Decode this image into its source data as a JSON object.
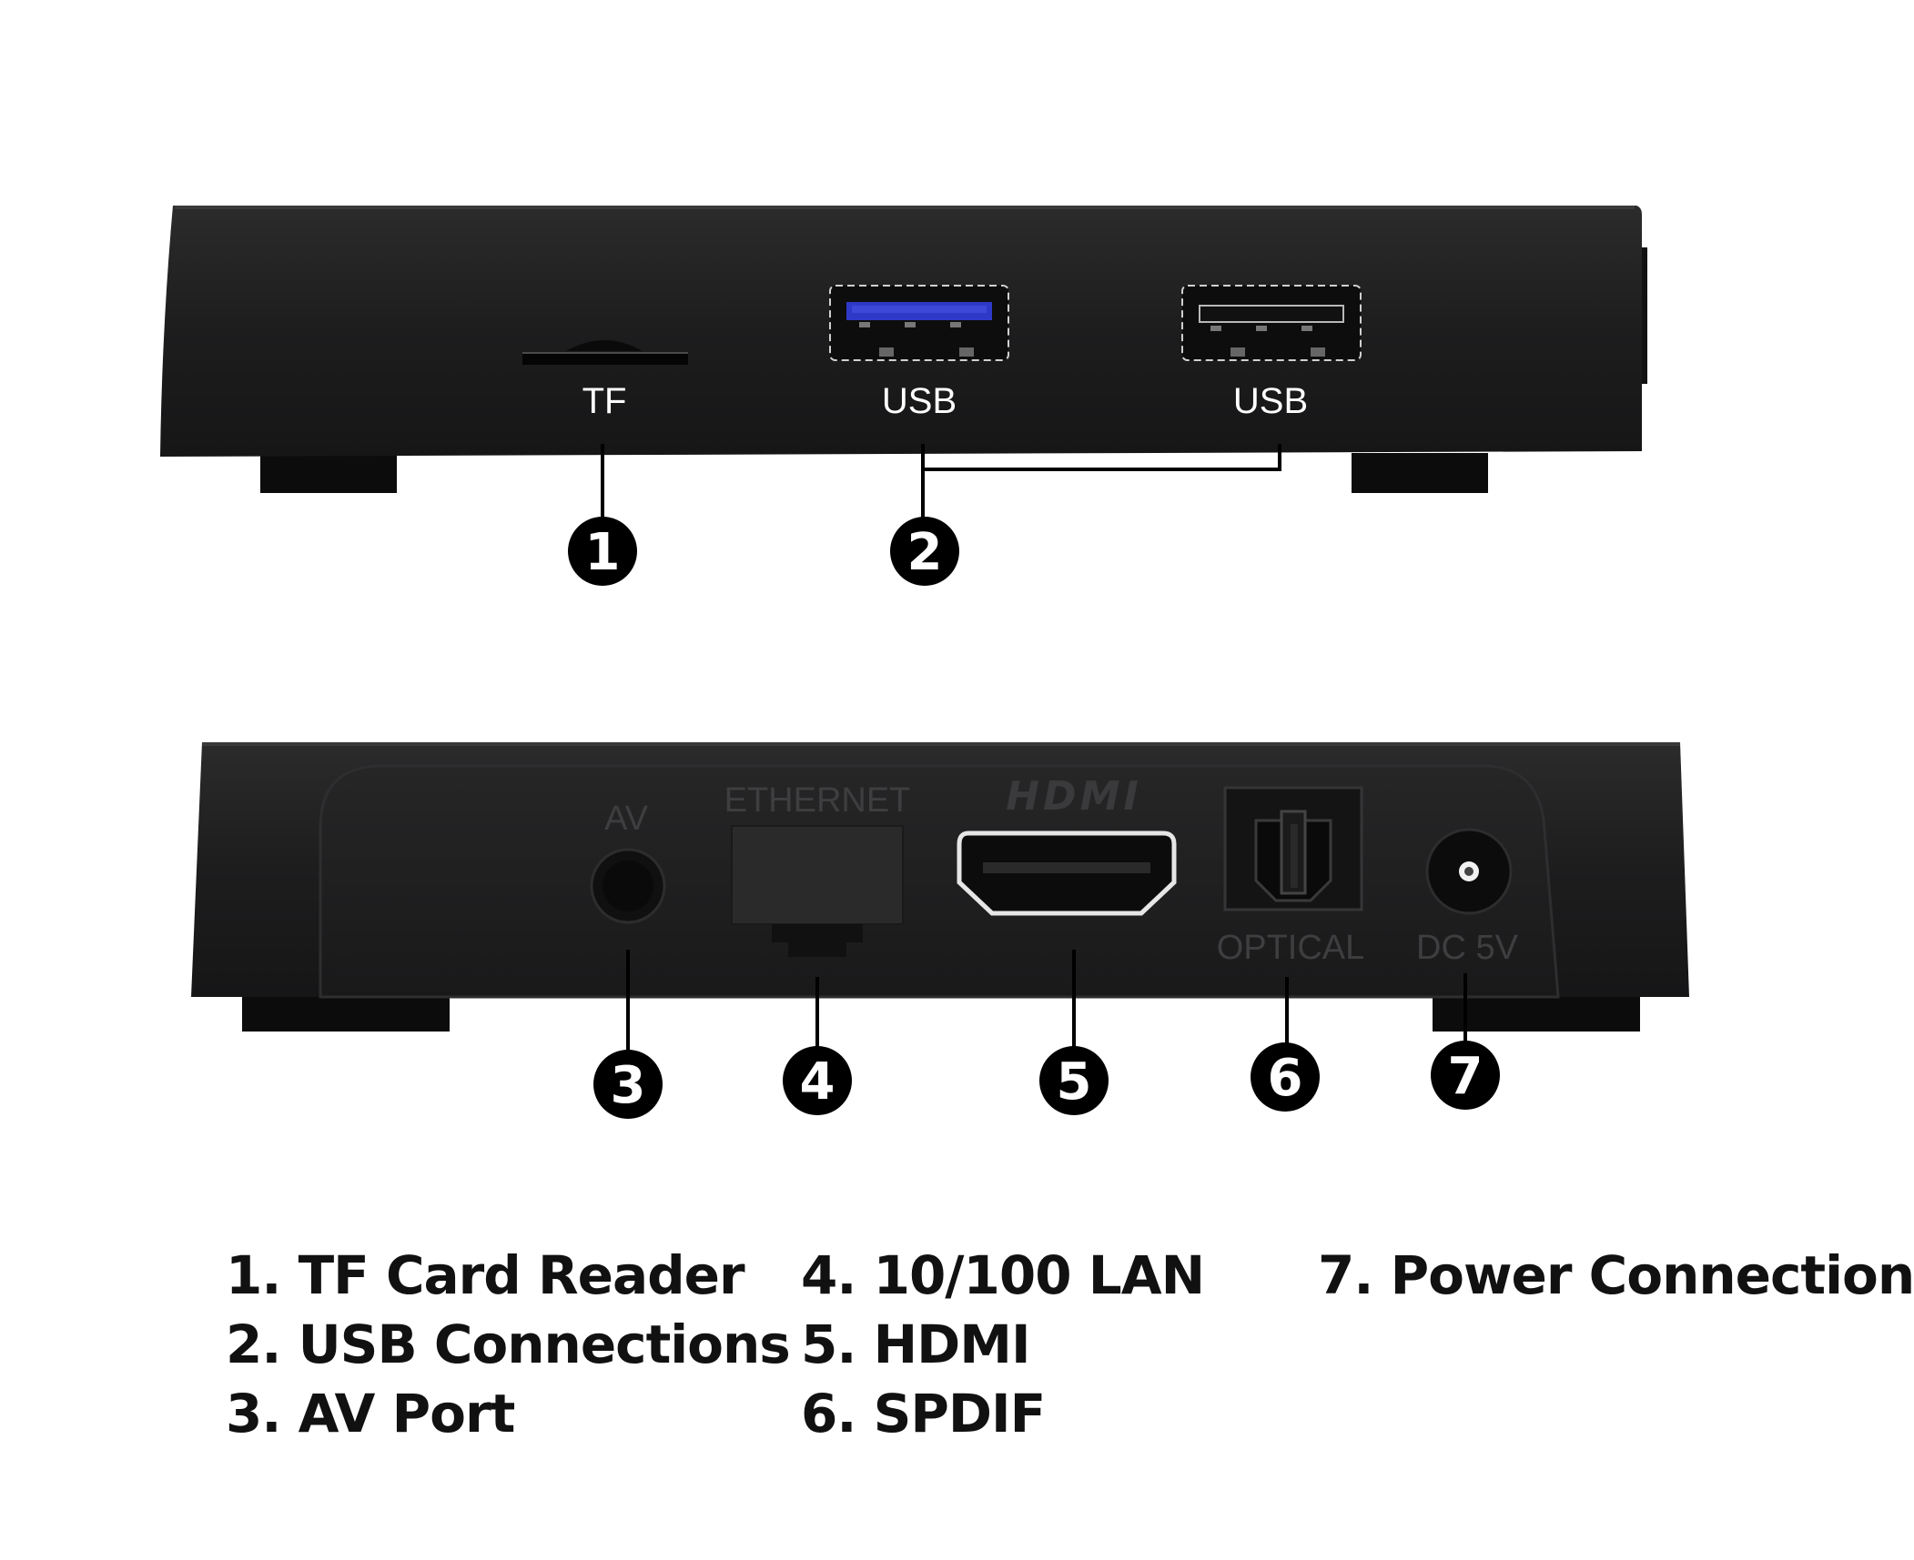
{
  "front_panel": {
    "ports": {
      "tf": "TF",
      "usb_1": "USB",
      "usb_2": "USB"
    },
    "callouts": [
      "1",
      "2"
    ]
  },
  "back_panel": {
    "ports": {
      "av": "AV",
      "ethernet": "ETHERNET",
      "hdmi_logo": "HDMI",
      "optical": "OPTICAL",
      "dc": "DC 5V"
    },
    "callouts": [
      "3",
      "4",
      "5",
      "6",
      "7"
    ]
  },
  "legend": {
    "col1": [
      "1. TF Card Reader",
      "2. USB Connections",
      "3. AV Port"
    ],
    "col2": [
      "4. 10/100 LAN",
      "5. HDMI",
      "6. SPDIF"
    ],
    "col3": [
      "7. Power Connection"
    ]
  },
  "colors": {
    "device_body": "#1c1c1d",
    "usb3_tongue": "#2f39c8",
    "callout_badge": "#000000",
    "port_label_front": "#ffffff",
    "port_label_back": "#3e3e40"
  }
}
